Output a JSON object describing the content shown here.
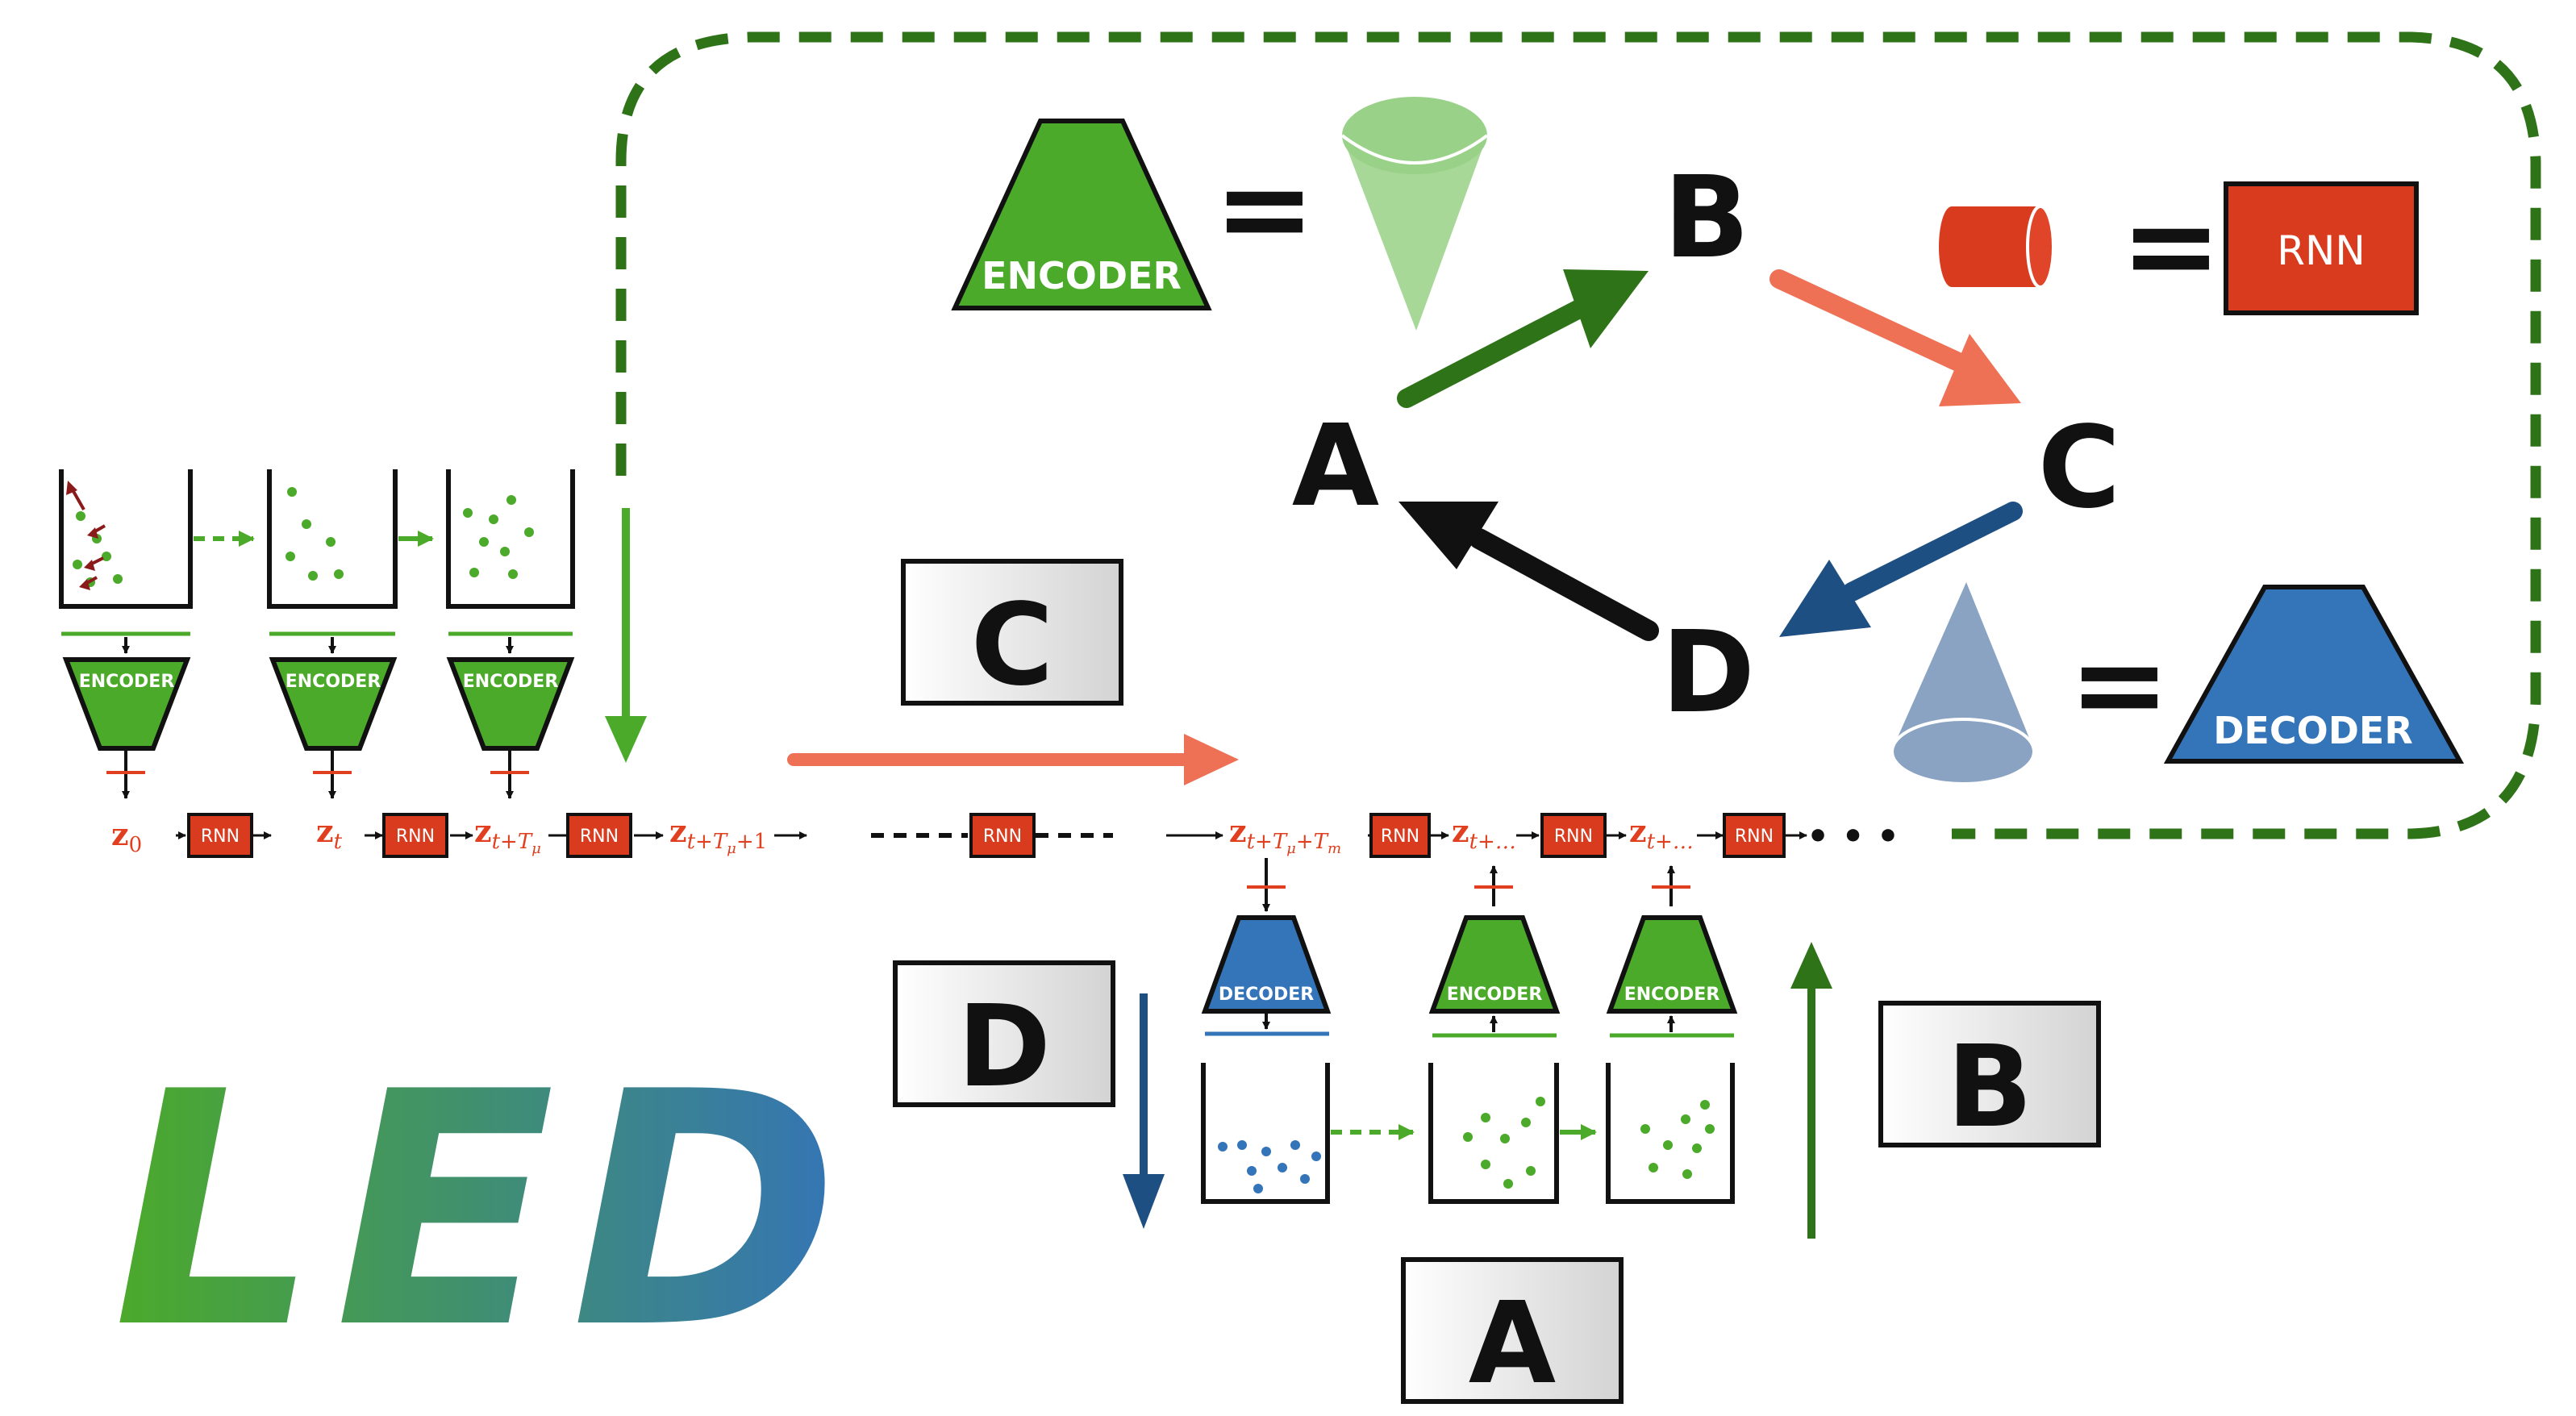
{
  "diagram": {
    "logo": "LED",
    "legend": {
      "encoder": "ENCODER",
      "decoder": "DECODER",
      "rnn": "RNN",
      "equals": "="
    },
    "cycle": {
      "nodes": [
        "A",
        "B",
        "C",
        "D"
      ]
    },
    "phase_boxes": {
      "c": "C",
      "d": "D",
      "b": "B",
      "a": "A"
    },
    "pipeline": {
      "encoder_label": "ENCODER",
      "decoder_label": "DECODER",
      "rnn_label": "RNN",
      "ellipsis": "• • •",
      "latents": {
        "z0_base": "z",
        "z0_sub": "0",
        "zt_base": "z",
        "zt_sub": "t",
        "z_tTmu_base": "z",
        "z_tTmu_sub": "t+T",
        "z_tTmu1_base": "z",
        "z_tTmu1_sub": "t+T",
        "z_tTmuTm_base": "z",
        "z_tTmuTm_sub": "t+T",
        "z_dots1_base": "z",
        "z_dots1_sub": "t+…",
        "z_dots2_base": "z",
        "z_dots2_sub": "t+…",
        "mu": "μ",
        "m": "m",
        "plus1": "+1"
      }
    },
    "colors": {
      "encoder_green": "#4caa2a",
      "decoder_blue": "#3474b8",
      "rnn_red": "#d93b1e",
      "salmon": "#ee7055",
      "dark_green": "#2f7319",
      "dark_blue": "#1e4f82",
      "latent_red": "#e0401f"
    }
  }
}
